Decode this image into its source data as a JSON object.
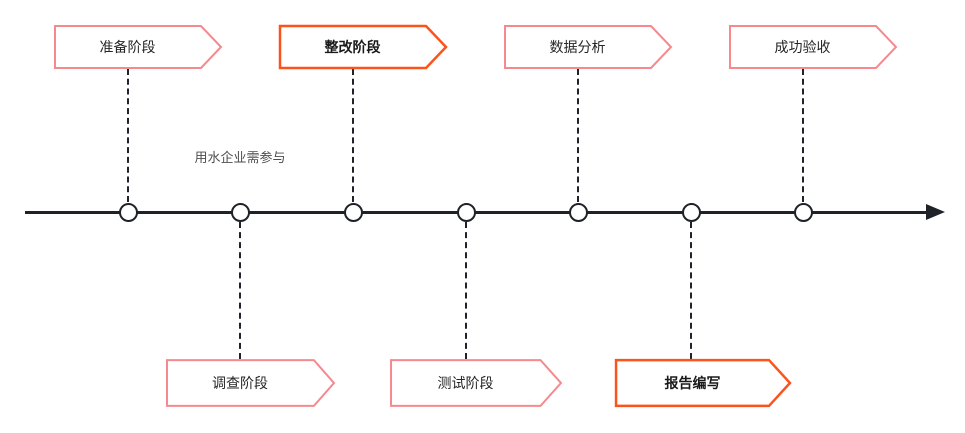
{
  "diagram": {
    "type": "timeline-flowchart",
    "annotation": "用水企业需参与"
  },
  "stages": [
    {
      "label": "准备阶段",
      "position": "top",
      "emphasis": false
    },
    {
      "label": "调查阶段",
      "position": "bottom",
      "emphasis": false
    },
    {
      "label": "整改阶段",
      "position": "top",
      "emphasis": true
    },
    {
      "label": "测试阶段",
      "position": "bottom",
      "emphasis": false
    },
    {
      "label": "数据分析",
      "position": "top",
      "emphasis": false
    },
    {
      "label": "报告编写",
      "position": "bottom",
      "emphasis": true
    },
    {
      "label": "成功验收",
      "position": "top",
      "emphasis": false
    }
  ],
  "milestones": {
    "count": 7
  },
  "colors": {
    "stage_border": "#f5898e",
    "stage_emphasis_border": "#fa541c",
    "timeline_line": "#1f2329",
    "label_text": "#262626",
    "annotation_text": "#4d4d4d",
    "node_fill": "#ffffff"
  }
}
